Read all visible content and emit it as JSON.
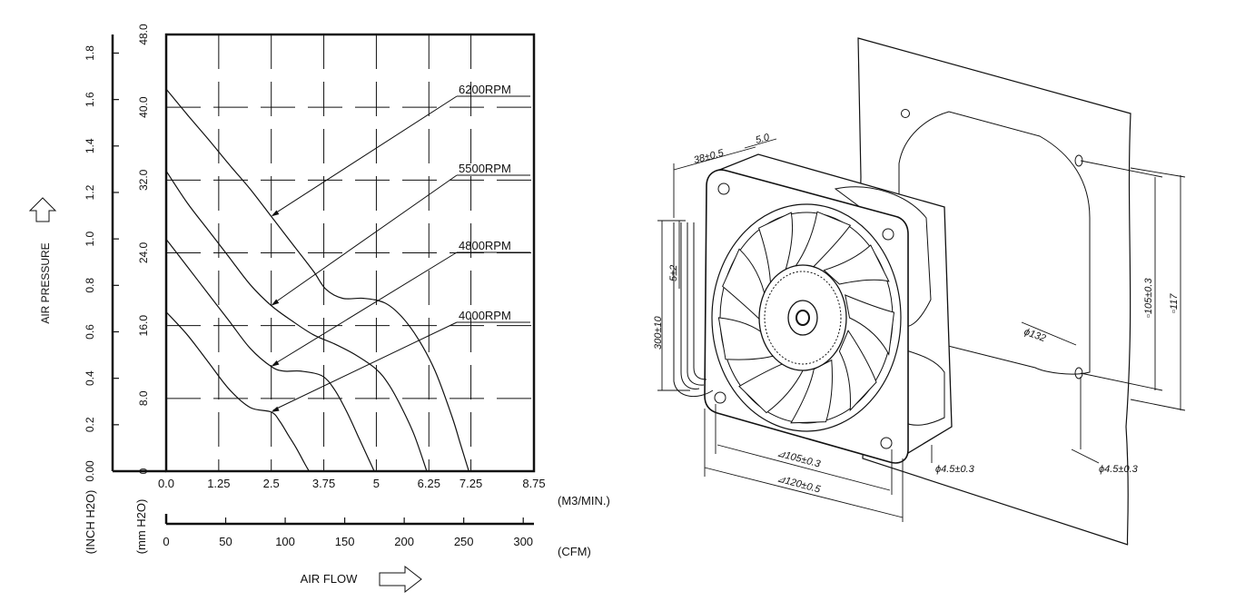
{
  "chart_data": {
    "type": "line",
    "y_axis_inch_label": "(INCH H2O)",
    "y_axis_mm_label": "(mm H2O)",
    "y_title": "AIR PRESSURE",
    "x_title": "AIR FLOW",
    "x_unit_m3": "(M3/MIN.)",
    "x_unit_cfm": "(CFM)",
    "inch_ticks": [
      "0.00",
      "0.2",
      "0.4",
      "0.6",
      "0.8",
      "1.0",
      "1.2",
      "1.4",
      "1.6",
      "1.8"
    ],
    "mm_ticks": [
      "0",
      "8.0",
      "16.0",
      "24.0",
      "32.0",
      "40.0",
      "48.0"
    ],
    "m3_ticks": [
      "0.0",
      "1.25",
      "2.5",
      "3.75",
      "5",
      "6.25",
      "7.25",
      "8.75"
    ],
    "cfm_ticks": [
      "0",
      "50",
      "100",
      "150",
      "200",
      "250",
      "300"
    ],
    "xlim": [
      0,
      8.75
    ],
    "ylim": [
      0,
      48
    ],
    "grid": true,
    "series": [
      {
        "name": "6200RPM",
        "x": [
          0,
          0.5,
          1,
          1.5,
          2,
          2.5,
          3,
          3.5,
          3.8,
          4.2,
          4.7,
          5.2,
          5.6,
          6.0,
          6.4,
          6.8,
          7.0,
          7.2
        ],
        "y": [
          42,
          39.2,
          36.5,
          33.7,
          31,
          28,
          25,
          22,
          20,
          19,
          19,
          18.5,
          17,
          14.5,
          11,
          6,
          3,
          0
        ]
      },
      {
        "name": "5500RPM",
        "x": [
          0,
          0.5,
          1,
          1.5,
          2,
          2.5,
          3,
          3.5,
          4,
          4.5,
          5,
          5.3,
          5.6,
          5.9,
          6.2
        ],
        "y": [
          33,
          29.5,
          26.5,
          23.5,
          20.5,
          18.2,
          16.5,
          15,
          14,
          12.8,
          11.2,
          9.5,
          7,
          4,
          0
        ]
      },
      {
        "name": "4800RPM",
        "x": [
          0,
          0.5,
          1,
          1.5,
          2,
          2.5,
          2.8,
          3.2,
          3.7,
          4,
          4.3,
          4.6,
          4.8,
          4.95
        ],
        "y": [
          25.5,
          22.5,
          19.5,
          16.5,
          13.5,
          11.5,
          11,
          11,
          10.5,
          9,
          6.5,
          3.5,
          1.5,
          0
        ]
      },
      {
        "name": "4000RPM",
        "x": [
          0,
          0.5,
          1,
          1.5,
          2,
          2.5,
          2.7,
          2.9,
          3.1,
          3.3,
          3.4
        ],
        "y": [
          17.5,
          15,
          12,
          9,
          7,
          6.5,
          5.5,
          4,
          2.5,
          0.8,
          0
        ]
      }
    ]
  },
  "labels": {
    "d_38": "38±0.5",
    "d_5": "5.0",
    "d_5_2": "5±2",
    "d_300": "300±10",
    "d_105b": "⊿105±0.3",
    "d_120": "⊿120±0.5",
    "d_phi45_a": "ϕ4.5±0.3",
    "d_phi45_b": "ϕ4.5±0.3",
    "d_phi132": "ϕ132",
    "d_105v": "▫105±0.3",
    "d_117": "▫117"
  }
}
